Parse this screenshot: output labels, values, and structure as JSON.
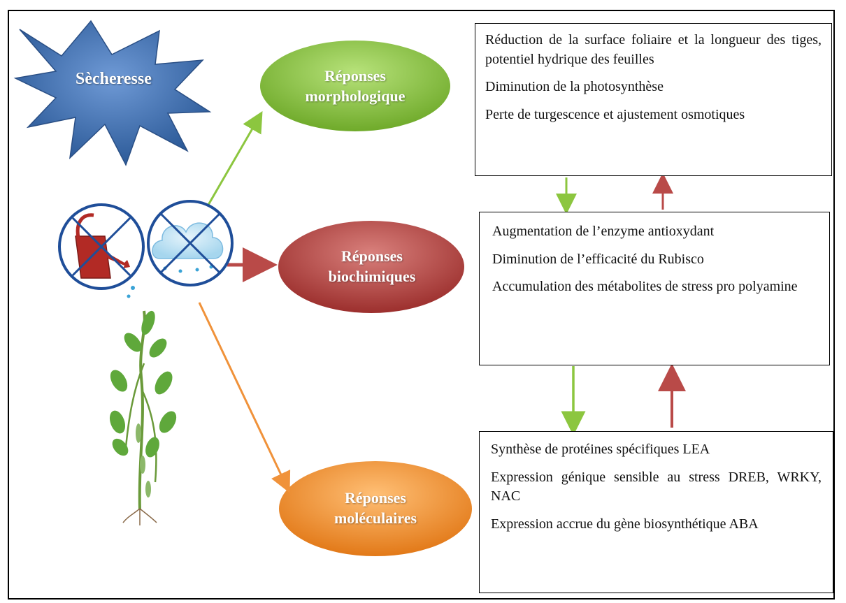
{
  "burst": {
    "label": "Sècheresse"
  },
  "responses": [
    {
      "line1": "Réponses",
      "line2": "morphologique"
    },
    {
      "line1": "Réponses",
      "line2": "biochimiques"
    },
    {
      "line1": "Réponses",
      "line2": "moléculaires"
    }
  ],
  "boxes": {
    "morphological": [
      "Réduction de la surface foliaire et la longueur des tiges, potentiel hydrique des feuilles",
      "Diminution de la photosynthèse",
      "Perte de turgescence et ajustement osmotiques"
    ],
    "biochemical": [
      "Augmentation de l’enzyme antioxydant",
      "Diminution de l’efficacité du Rubisco",
      "Accumulation des métabolites de stress pro polyamine"
    ],
    "molecular": [
      "Synthèse de protéines spécifiques LEA",
      "Expression génique sensible au stress DREB, WRKY, NAC",
      "Expression accrue du gène biosynthétique ABA"
    ]
  },
  "colors": {
    "green": "#8cc63f",
    "red": "#b94a48",
    "orange": "#f0923a",
    "blue_burst": "#3d6fb0"
  },
  "icons": [
    "no-watering-can-icon",
    "no-rain-cloud-icon",
    "plant-icon"
  ]
}
